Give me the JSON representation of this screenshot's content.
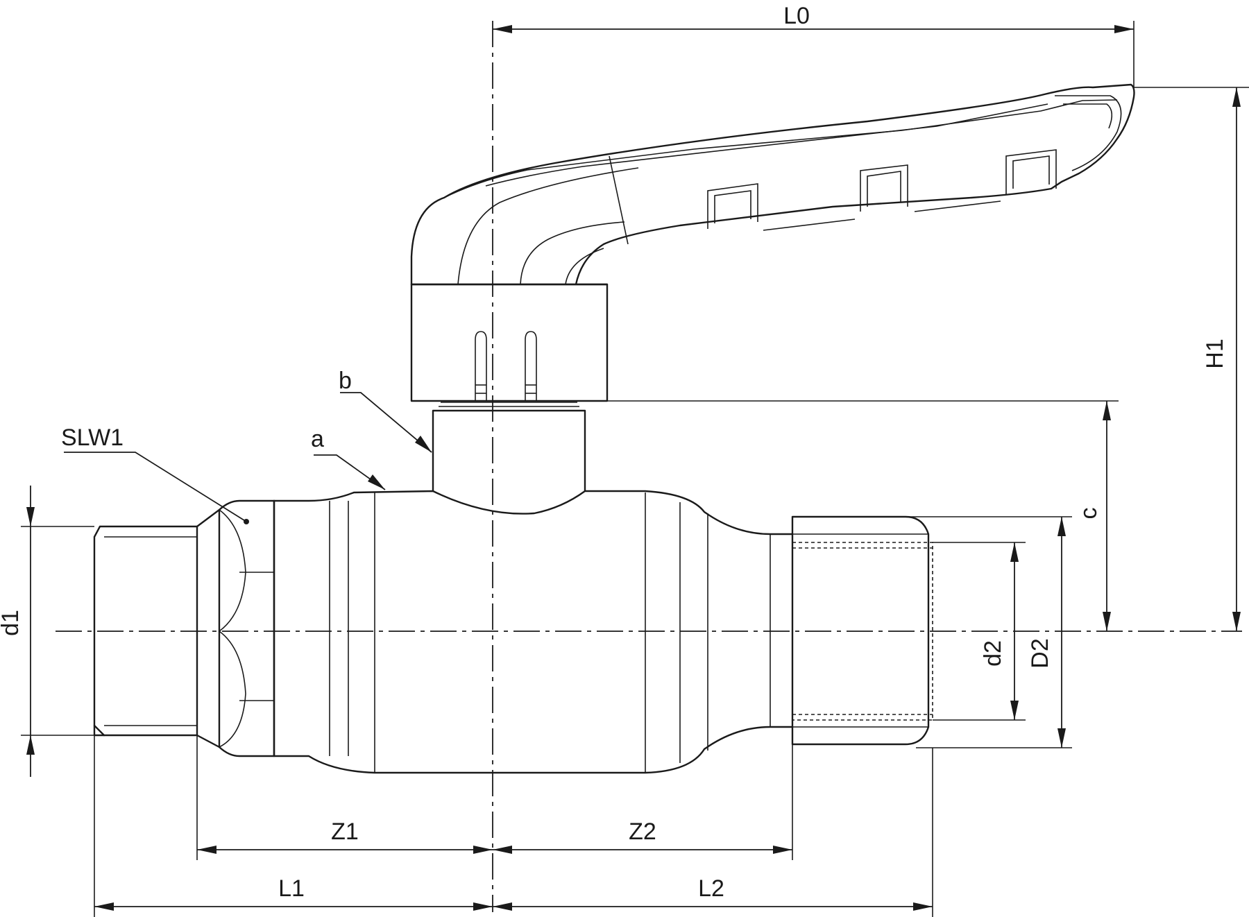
{
  "labels": {
    "L0": "L0",
    "H1": "H1",
    "c": "c",
    "b": "b",
    "a": "a",
    "SLW1": "SLW1",
    "d1": "d1",
    "d2": "d2",
    "D2": "D2",
    "Z1": "Z1",
    "Z2": "Z2",
    "L1": "L1",
    "L2": "L2"
  }
}
